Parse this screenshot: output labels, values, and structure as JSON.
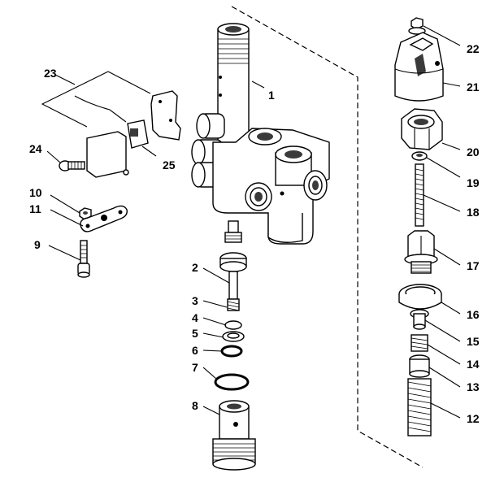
{
  "diagram": {
    "type": "exploded-parts-view",
    "callouts": [
      {
        "id": "c1",
        "text": "1"
      },
      {
        "id": "c2",
        "text": "2"
      },
      {
        "id": "c3",
        "text": "3"
      },
      {
        "id": "c4",
        "text": "4"
      },
      {
        "id": "c5",
        "text": "5"
      },
      {
        "id": "c6",
        "text": "6"
      },
      {
        "id": "c7",
        "text": "7"
      },
      {
        "id": "c8",
        "text": "8"
      },
      {
        "id": "c9",
        "text": "9"
      },
      {
        "id": "c10",
        "text": "10"
      },
      {
        "id": "c11",
        "text": "11"
      },
      {
        "id": "c12",
        "text": "12"
      },
      {
        "id": "c13",
        "text": "13"
      },
      {
        "id": "c14",
        "text": "14"
      },
      {
        "id": "c15",
        "text": "15"
      },
      {
        "id": "c16",
        "text": "16"
      },
      {
        "id": "c17",
        "text": "17"
      },
      {
        "id": "c18",
        "text": "18"
      },
      {
        "id": "c19",
        "text": "19"
      },
      {
        "id": "c20",
        "text": "20"
      },
      {
        "id": "c21",
        "text": "21"
      },
      {
        "id": "c22",
        "text": "22"
      },
      {
        "id": "c23",
        "text": "23"
      },
      {
        "id": "c24",
        "text": "24"
      },
      {
        "id": "c25",
        "text": "25"
      }
    ]
  }
}
